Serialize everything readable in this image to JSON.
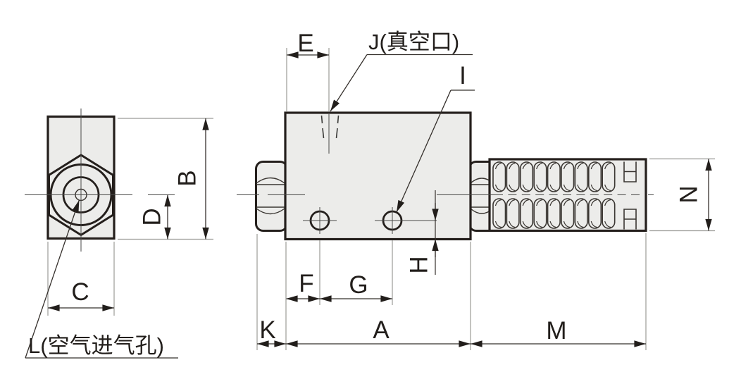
{
  "labels": {
    "e": "E",
    "j_port": "J(真空口)",
    "i": "I",
    "b": "B",
    "d": "D",
    "c": "C",
    "l_port": "L(空气进气孔)",
    "f": "F",
    "g": "G",
    "h": "H",
    "k": "K",
    "a": "A",
    "m": "M",
    "n": "N"
  },
  "colors": {
    "outline": "#241f1c",
    "fill": "#ececea",
    "dimension": "#35302c",
    "extension": "#9b9b97",
    "centerline": "#4a4a48",
    "text": "#221e1b",
    "background": "#ffffff"
  }
}
